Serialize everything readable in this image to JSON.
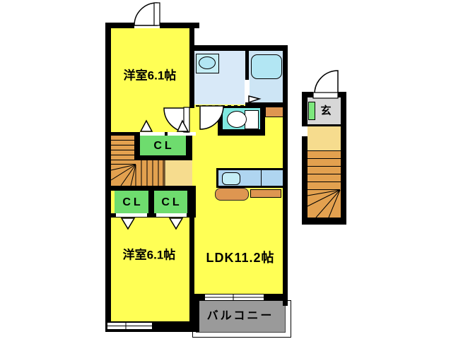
{
  "floor_plan": {
    "rooms": {
      "bedroom_top": {
        "label": "洋室6.1帖"
      },
      "bedroom_bottom": {
        "label": "洋室6.1帖"
      },
      "ldk": {
        "label": "LDK11.2帖"
      },
      "closet_top": {
        "label": "CL"
      },
      "closet_left": {
        "label": "CL"
      },
      "closet_right": {
        "label": "CL"
      },
      "balcony": {
        "label": "バルコニー"
      },
      "entrance": {
        "label": "玄"
      }
    },
    "fixtures": [
      "bathtub",
      "washbasin",
      "toilet",
      "kitchen-sink",
      "stove",
      "shoe-cabinet",
      "staircase-2f",
      "staircase-1f"
    ],
    "colors": {
      "room_yellow": "#FFFF55",
      "closet_green": "#6EDC6E",
      "stair_orange": "#E3A14F",
      "landing_tan": "#F6DC8E",
      "washroom_blue": "#D8E9F8",
      "bath_blue": "#CDE5F5",
      "tub_blue": "#B2E6F3",
      "toilet_cyan": "#7FE9E1",
      "counter_blue": "#AFD5F0",
      "sink_cyan": "#C5EEF6",
      "fixture_orange": "#DE9651",
      "balcony_gray": "#9A9A9A",
      "genkan_gray": "#D7D7D7",
      "shoebox_green": "#7DE87D",
      "wall_black": "#000000"
    }
  }
}
